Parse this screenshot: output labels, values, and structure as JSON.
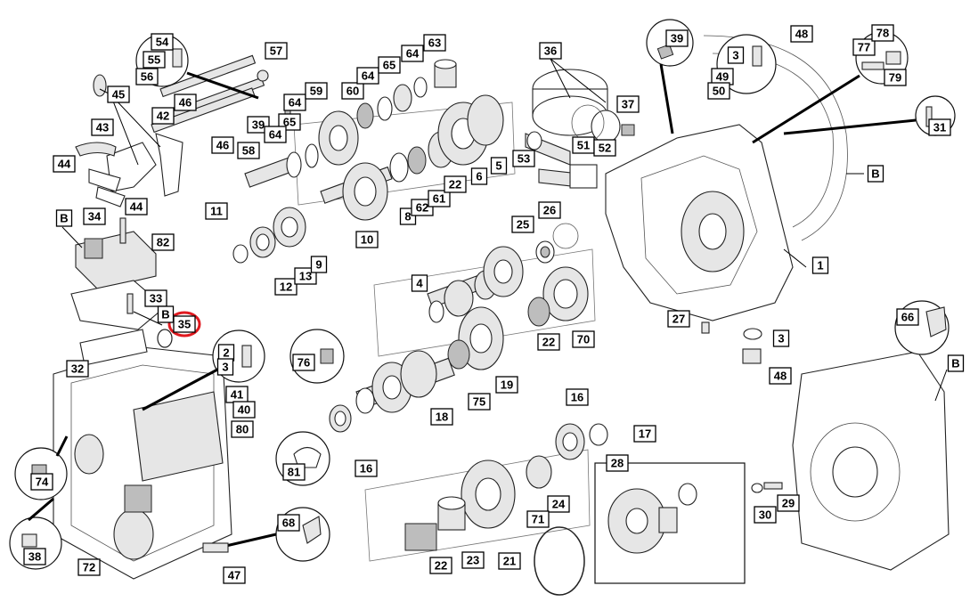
{
  "highlight_color": "#e0191f",
  "highlighted_label": "35",
  "labels": [
    "54",
    "55",
    "56",
    "57",
    "46",
    "42",
    "45",
    "43",
    "44",
    "44",
    "46",
    "64",
    "59",
    "60",
    "64",
    "65",
    "64",
    "63",
    "39",
    "65",
    "64",
    "58",
    "36",
    "37",
    "39",
    "48",
    "3",
    "49",
    "50",
    "77",
    "78",
    "79",
    "31",
    "11",
    "12",
    "13",
    "9",
    "10",
    "8",
    "62",
    "61",
    "22",
    "6",
    "5",
    "53",
    "51",
    "52",
    "26",
    "25",
    "4",
    "22",
    "70",
    "1",
    "27",
    "3",
    "48",
    "34",
    "82",
    "33",
    "35",
    "32",
    "2",
    "3",
    "76",
    "41",
    "40",
    "80",
    "74",
    "81",
    "68",
    "38",
    "72",
    "47",
    "18",
    "75",
    "19",
    "16",
    "16",
    "17",
    "28",
    "24",
    "23",
    "22",
    "21",
    "71",
    "30",
    "29",
    "66"
  ],
  "boxed_letters": [
    "B",
    "B",
    "B",
    "B"
  ]
}
